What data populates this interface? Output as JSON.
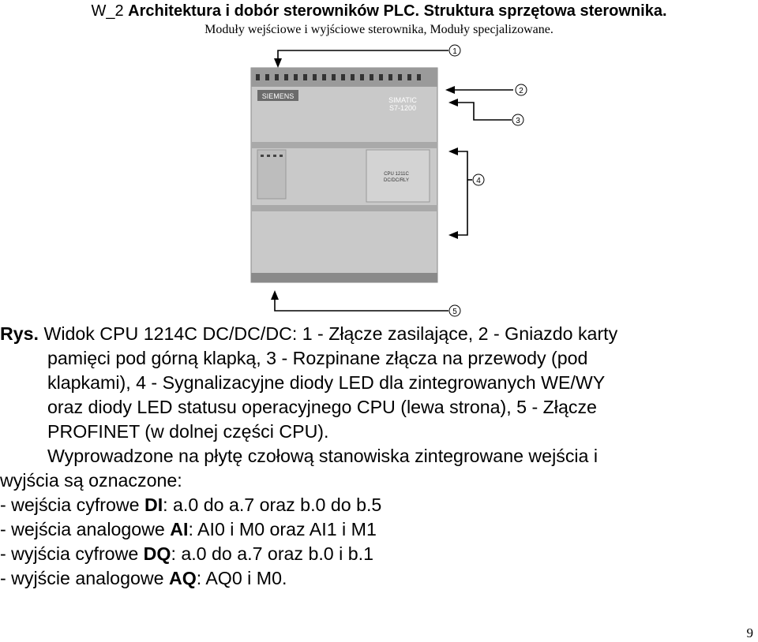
{
  "header": {
    "code": "W_2",
    "title": "Architektura i dobór sterowników PLC. Struktura sprzętowa sterownika.",
    "subtitle": "Moduły wejściowe i wyjściowe sterownika, Moduły specjalizowane."
  },
  "figure": {
    "brand": "SIEMENS",
    "model_line1": "SIMATIC",
    "model_line2": "S7-1200",
    "cpu_line1": "CPU 1211C",
    "cpu_line2": "DC/DC/RLY",
    "callouts": [
      "1",
      "2",
      "3",
      "4",
      "5"
    ]
  },
  "caption": {
    "prefix": "Rys.",
    "lines": [
      "Widok CPU 1214C DC/DC/DC: 1 - Złącze zasilające, 2 - Gniazdo karty",
      "pamięci pod górną klapką, 3 - Rozpinane złącza na przewody (pod",
      "klapkami), 4 - Sygnalizacyjne diody LED dla zintegrowanych WE/WY",
      "oraz diody LED statusu operacyjnego CPU (lewa strona), 5 - Złącze",
      "PROFINET (w dolnej części CPU)."
    ]
  },
  "body": {
    "para_line1": "Wyprowadzone na płytę czołową stanowiska zintegrowane wejścia i",
    "para_line2": "wyjścia są oznaczone:",
    "items": [
      {
        "pre": "- wejścia cyfrowe ",
        "bold": "DI",
        "post": ": a.0 do a.7 oraz b.0 do b.5"
      },
      {
        "pre": "- wejścia analogowe ",
        "bold": "AI",
        "post": ": AI0 i M0 oraz AI1 i M1"
      },
      {
        "pre": "- wyjścia cyfrowe ",
        "bold": "DQ",
        "post": ": a.0 do a.7 oraz b.0 i b.1"
      },
      {
        "pre": "- wyjście analogowe ",
        "bold": "AQ",
        "post": ": AQ0 i M0."
      }
    ]
  },
  "page_number": "9"
}
